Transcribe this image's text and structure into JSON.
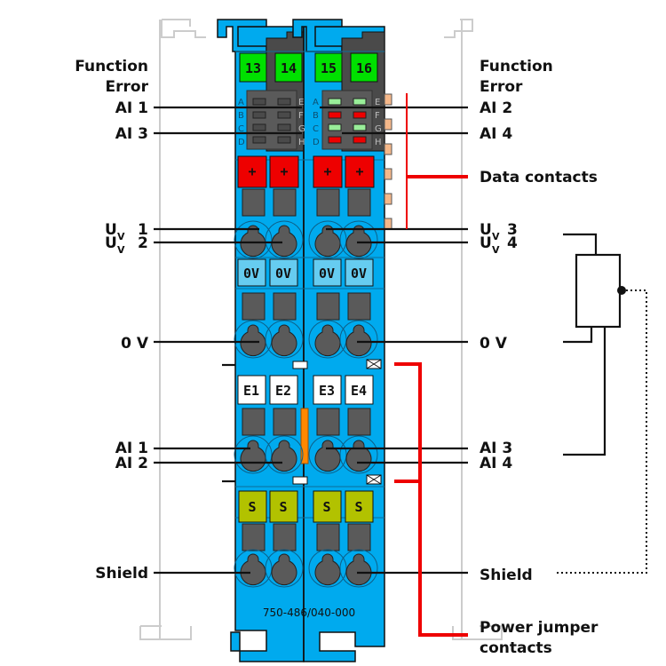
{
  "module": {
    "part_number": "750-486/040-000",
    "colors": {
      "housing": "#00aaee",
      "housing_dark": "#4a4a4a",
      "terminal_green": "#00e000",
      "plus_red": "#ee0000",
      "zero_v_light": "#66ccf0",
      "error_white": "#ffffff",
      "shield_olive": "#b2c200",
      "led_green": "#99ee99",
      "led_red": "#ee0000",
      "data_contact": "#f5b88a",
      "callout_red": "#ee0000",
      "ghost_outline": "#cccccc",
      "release_orange": "#ff8800"
    },
    "terminal_numbers": [
      "13",
      "14",
      "15",
      "16"
    ],
    "plus_markers": [
      "+",
      "+",
      "+",
      "+"
    ],
    "zero_v_markers": [
      "0V",
      "0V",
      "0V",
      "0V"
    ],
    "error_markers": [
      "E1",
      "E2",
      "E3",
      "E4"
    ],
    "shield_markers": [
      "S",
      "S",
      "S",
      "S"
    ],
    "led_letters_left": [
      "A",
      "B",
      "C",
      "D"
    ],
    "led_letters_right": [
      "E",
      "F",
      "G",
      "H"
    ],
    "led_states_block1": [
      "off",
      "off",
      "off",
      "off",
      "off",
      "off",
      "off",
      "off"
    ],
    "led_states_block2": [
      "green",
      "green",
      "red",
      "red",
      "green",
      "green",
      "red",
      "red"
    ]
  },
  "labels_left": {
    "function": "Function",
    "error": "Error",
    "ai1_top": "AI 1",
    "ai3_top": "AI 3",
    "uv1_main": "U",
    "uv1_sub": "V",
    "uv1_num": "1",
    "uv2_main": "U",
    "uv2_sub": "V",
    "uv2_num": "2",
    "zero_v": "0 V",
    "ai1": "AI 1",
    "ai2": "AI 2",
    "shield": "Shield"
  },
  "labels_right": {
    "function": "Function",
    "error": "Error",
    "ai2_top": "AI 2",
    "ai4_top": "AI 4",
    "data_contacts": "Data contacts",
    "uv3_main": "U",
    "uv3_sub": "V",
    "uv3_num": "3",
    "uv4_main": "U",
    "uv4_sub": "V",
    "uv4_num": "4",
    "zero_v": "0 V",
    "ai3": "AI 3",
    "ai4": "AI 4",
    "shield": "Shield",
    "power_jumper_line1": "Power jumper",
    "power_jumper_line2": "contacts"
  },
  "sensor": {
    "symbol": "potentiometer",
    "wiper": "dotted-shield-connection"
  }
}
